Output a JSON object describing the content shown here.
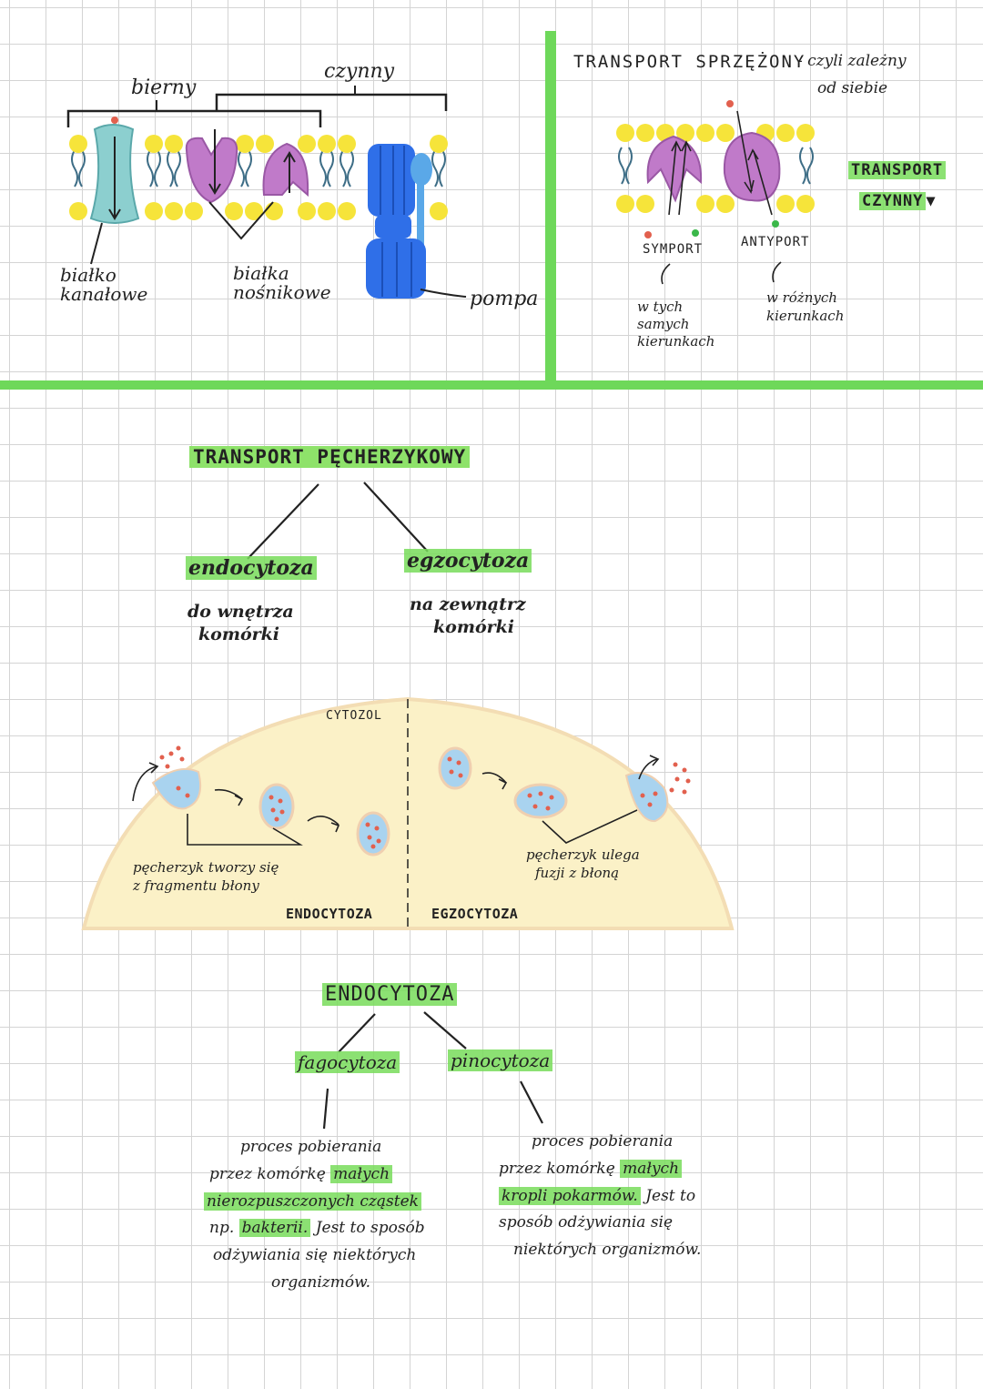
{
  "colors": {
    "divider": "#6ed85a",
    "highlight": "#8ee26a",
    "membrane_head": "#f6e43a",
    "carrier": "#c07ac9",
    "channel": "#8ccfcf",
    "pump": "#2f6fe8",
    "cell": "#fbf1c7",
    "vesicle": "#a9d3ef",
    "particle": "#e2604e"
  },
  "membrane": {
    "label_bierny": "bierny",
    "label_czynny": "czynny",
    "label_channel": [
      "białko",
      "kanałowe"
    ],
    "label_carrier": [
      "białka",
      "nośnikowe"
    ],
    "label_pump": "pompa"
  },
  "coupled": {
    "title": "TRANSPORT SPRZĘŻONY",
    "subtitle": [
      "- czyli zależny",
      "od siebie"
    ],
    "side_note": [
      "TRANSPORT",
      "CZYNNY"
    ],
    "symport": {
      "label": "SYMPORT",
      "desc": [
        "w tych",
        "samych",
        "kierunkach"
      ]
    },
    "antyport": {
      "label": "ANTYPORT",
      "desc": [
        "w różnych",
        "kierunkach"
      ]
    }
  },
  "vesicular": {
    "title": "TRANSPORT PĘCHERZYKOWY",
    "endo": {
      "name": "endocytoza",
      "desc": [
        "do wnętrza",
        "komórki"
      ]
    },
    "egzo": {
      "name": "egzocytoza",
      "desc": [
        "na zewnątrz",
        "komórki"
      ]
    }
  },
  "cell_diagram": {
    "cytosol": "CYTOZOL",
    "left_note": [
      "pęcherzyk tworzy się",
      "z fragmentu błony"
    ],
    "right_note": [
      "pęcherzyk ulega",
      "fuzji z błoną"
    ],
    "label_endo": "ENDOCYTOZA",
    "label_egzo": "EGZOCYTOZA"
  },
  "endocytosis": {
    "title": "ENDOCYTOZA",
    "fago": {
      "name": "fagocytoza",
      "text": [
        "proces pobierania",
        "przez komórkę",
        "małych",
        "nierozpuszczonych cząstek",
        "np.",
        "bakterii.",
        "Jest to sposób",
        "odżywiania się niektórych",
        "organizmów."
      ]
    },
    "pino": {
      "name": "pinocytoza",
      "text": [
        "proces pobierania",
        "przez komórkę",
        "małych",
        "kropli pokarmów.",
        "Jest to",
        "sposób odżywiania się",
        "niektórych organizmów."
      ]
    }
  }
}
